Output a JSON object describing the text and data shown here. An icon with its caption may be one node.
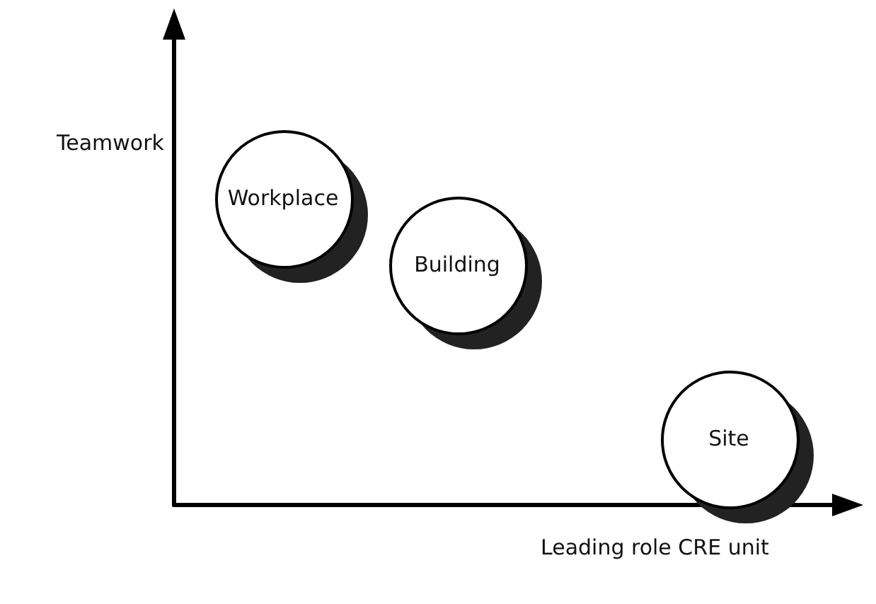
{
  "diagram": {
    "nodes": [
      {
        "text": [
          "Workplace"
        ]
      },
      {
        "text": [
          "Building"
        ]
      },
      {
        "text": [
          "Site"
        ]
      }
    ],
    "labels": [
      "Teamwork",
      "Leading role CRE unit"
    ]
  }
}
